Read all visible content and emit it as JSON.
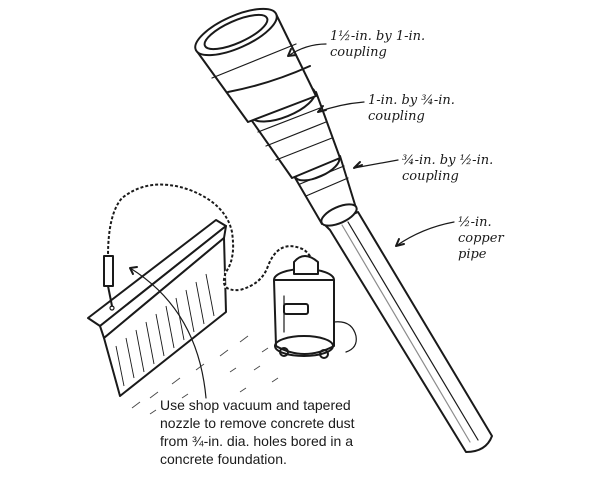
{
  "labels": {
    "coupling_1": [
      "1½-in. by 1-in.",
      "coupling"
    ],
    "coupling_2": [
      "1-in. by ¾-in.",
      "coupling"
    ],
    "coupling_3": [
      "¾-in. by ½-in.",
      "coupling"
    ],
    "pipe": [
      "½-in.",
      "copper",
      "pipe"
    ]
  },
  "caption": [
    "Use shop vacuum and tapered",
    "nozzle to remove concrete dust",
    "from ¾-in. dia. holes bored in a",
    "concrete foundation."
  ]
}
